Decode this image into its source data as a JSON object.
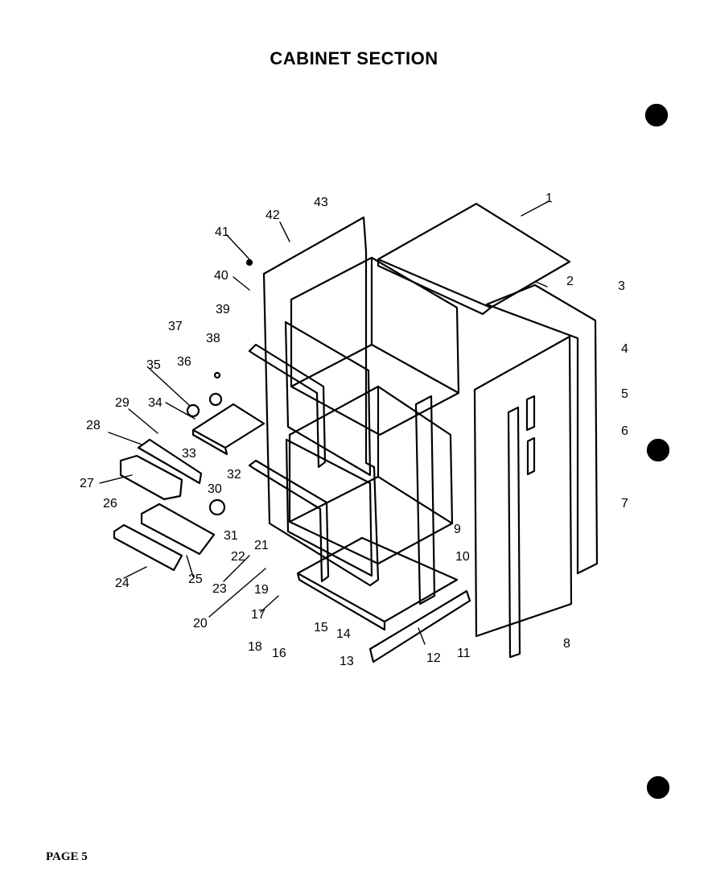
{
  "title": "CABINET SECTION",
  "footer": "PAGE 5",
  "callouts": [
    "1",
    "2",
    "3",
    "4",
    "5",
    "6",
    "7",
    "8",
    "9",
    "10",
    "11",
    "12",
    "13",
    "14",
    "15",
    "16",
    "17",
    "18",
    "19",
    "20",
    "21",
    "22",
    "23",
    "24",
    "25",
    "26",
    "27",
    "28",
    "29",
    "30",
    "31",
    "32",
    "33",
    "34",
    "35",
    "36",
    "37",
    "38",
    "39",
    "40",
    "41",
    "42",
    "43"
  ]
}
